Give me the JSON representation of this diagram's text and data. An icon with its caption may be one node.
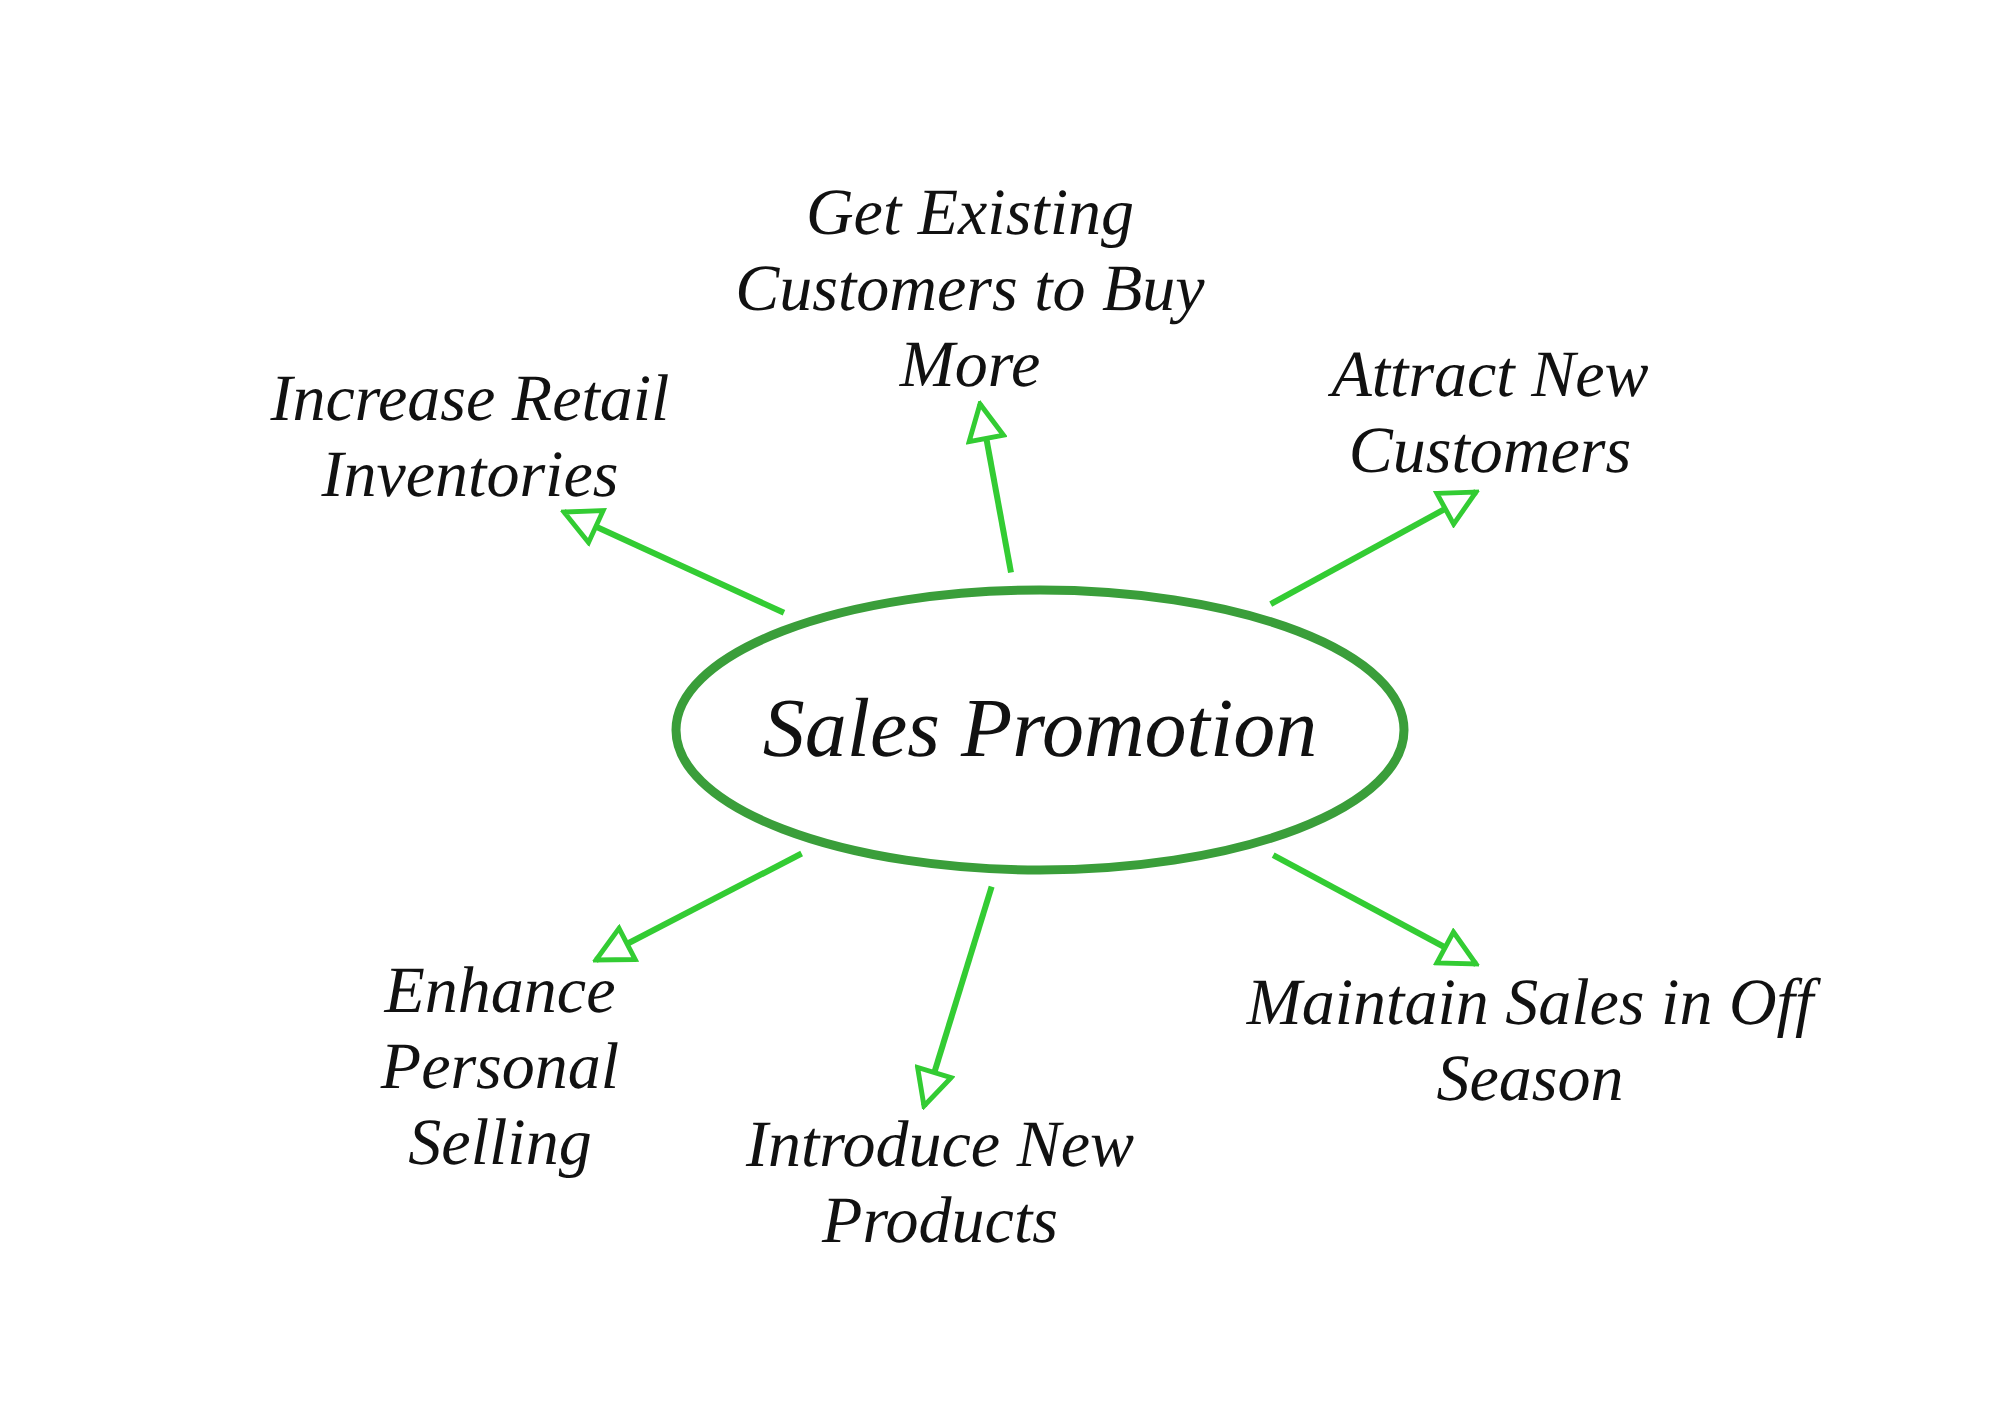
{
  "diagram": {
    "nodes": [
      {
        "text": [
          "Get Existing Customers to Buy More"
        ]
      },
      {
        "text": [
          "Attract New Customers"
        ]
      },
      {
        "text": [
          "Increase Retail Inventories"
        ]
      },
      {
        "text": [
          "Sales Promotion"
        ]
      },
      {
        "text": [
          "Maintain Sales in Off Season"
        ]
      },
      {
        "text": [
          "Enhance Personal Selling"
        ]
      },
      {
        "text": [
          "Introduce New Products"
        ]
      }
    ],
    "edges": [
      {
        "from": 3,
        "to": 0,
        "arrow": "to"
      },
      {
        "from": 3,
        "to": 1,
        "arrow": "to"
      },
      {
        "from": 3,
        "to": 2,
        "arrow": "to"
      },
      {
        "from": 3,
        "to": 4,
        "arrow": "to"
      },
      {
        "from": 3,
        "to": 5,
        "arrow": "to"
      },
      {
        "from": 3,
        "to": 6,
        "arrow": "to"
      }
    ]
  }
}
